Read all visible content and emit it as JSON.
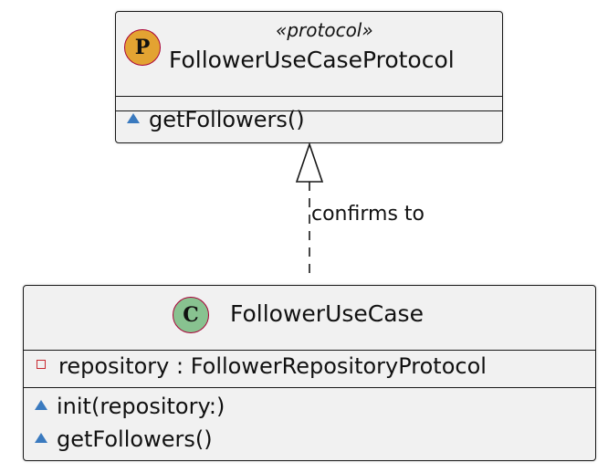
{
  "protocol_class": {
    "badge_letter": "P",
    "badge_color": "#e3a332",
    "stereotype": "«protocol»",
    "name": "FollowerUseCaseProtocol",
    "methods": [
      {
        "visibility": "package",
        "text": "getFollowers()"
      }
    ]
  },
  "concrete_class": {
    "badge_letter": "C",
    "badge_color": "#88c290",
    "name": "FollowerUseCase",
    "fields": [
      {
        "visibility": "private",
        "text": "repository : FollowerRepositoryProtocol"
      }
    ],
    "methods": [
      {
        "visibility": "package",
        "text": "init(repository:)"
      },
      {
        "visibility": "package",
        "text": "getFollowers()"
      }
    ]
  },
  "relation": {
    "type": "realization",
    "label": "confirms to"
  },
  "colors": {
    "box_fill": "#f1f1f1",
    "box_border": "#181818",
    "badge_border": "#a80036",
    "package_visibility": "#3a7abf",
    "private_visibility": "#c82930"
  }
}
